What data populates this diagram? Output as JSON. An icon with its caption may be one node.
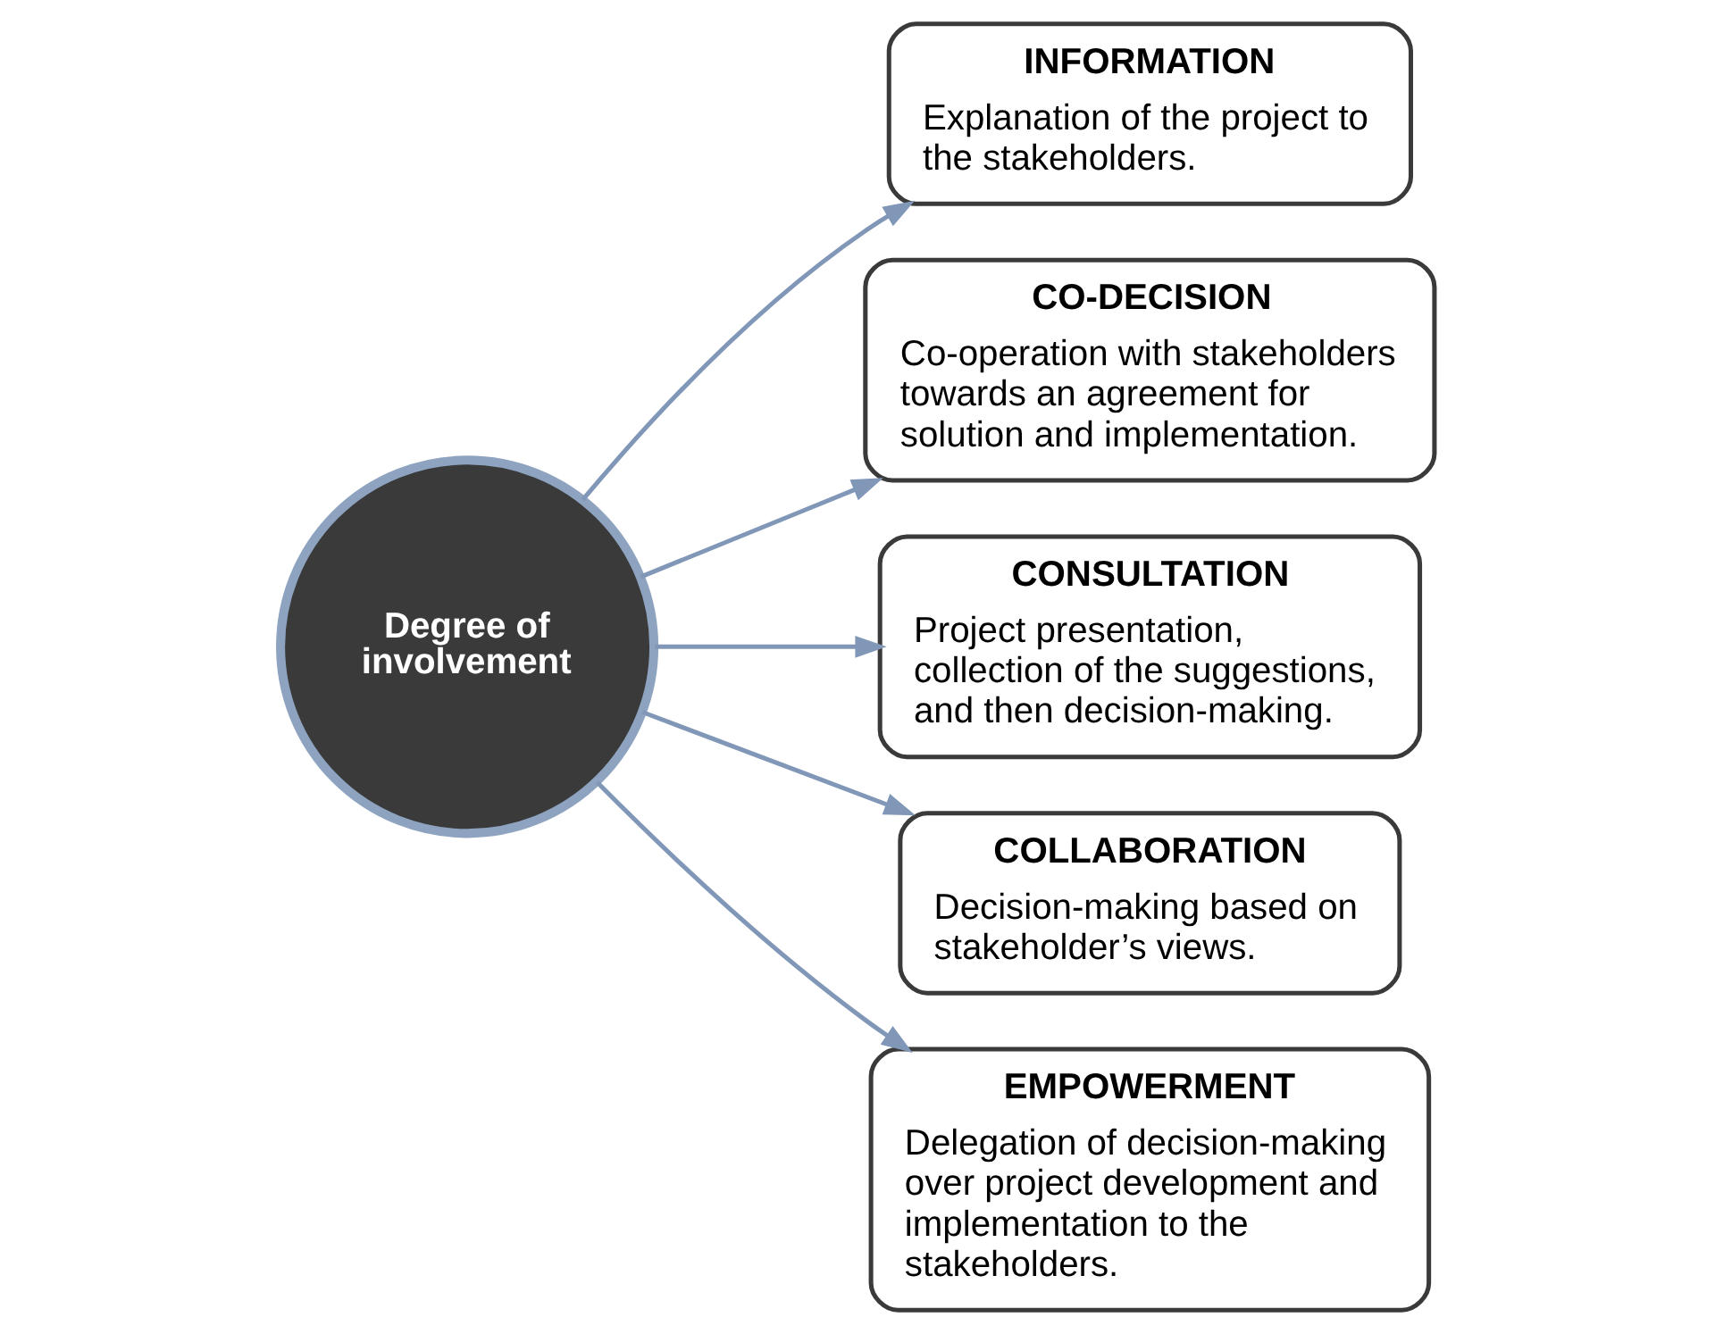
{
  "diagram": {
    "nodes": [
      {
        "text": [
          "INFORMATION",
          "Explanation of the project to the stakeholders."
        ]
      },
      {
        "text": [
          "CO-DECISION",
          "Co-operation with stakeholders towards an agreement for solution and implementation."
        ]
      },
      {
        "text": [
          "Degree of involvement"
        ]
      },
      {
        "text": [
          "CONSULTATION",
          "Project presentation, collection of the suggestions, and then decision-making."
        ]
      },
      {
        "text": [
          "COLLABORATION",
          "Decision-making based on stakeholder’s views."
        ]
      },
      {
        "text": [
          "EMPOWERMENT",
          "Delegation of decision-making over project development and implementation to the stakeholders."
        ]
      }
    ],
    "edges": [
      {
        "from": 2,
        "to": 0,
        "arrow": "to"
      },
      {
        "from": 2,
        "to": 1,
        "arrow": "to"
      },
      {
        "from": 2,
        "to": 3,
        "arrow": "to"
      },
      {
        "from": 2,
        "to": 4,
        "arrow": "to"
      },
      {
        "from": 2,
        "to": 5,
        "arrow": "to"
      }
    ]
  }
}
